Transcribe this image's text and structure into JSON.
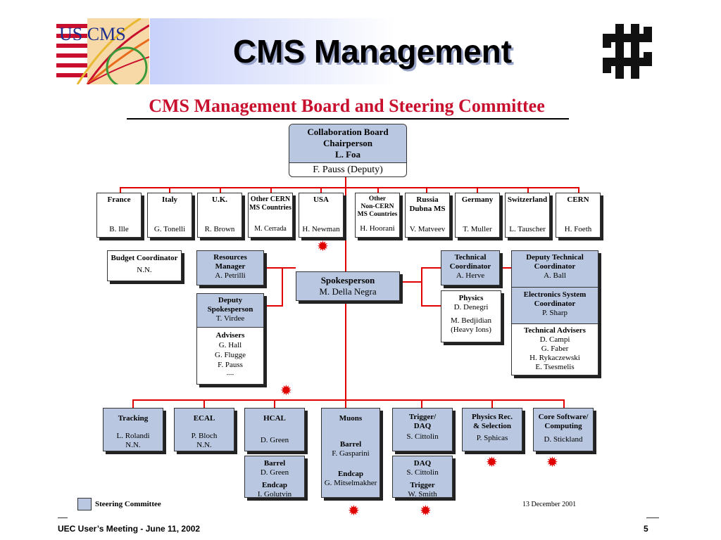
{
  "header": {
    "title": "CMS Management",
    "logo_left_text": "US CMS"
  },
  "diagram": {
    "subtitle": "CMS Management Board and Steering Committee",
    "collab_board": {
      "title": [
        "Collaboration Board",
        "Chairperson",
        "L. Foa"
      ],
      "deputy": "F. Pauss (Deputy)"
    },
    "countries": [
      {
        "name": [
          "France"
        ],
        "person": "B. Ille"
      },
      {
        "name": [
          "Italy"
        ],
        "person": "G. Tonelli"
      },
      {
        "name": [
          "U.K."
        ],
        "person": "R. Brown"
      },
      {
        "name": [
          "Other CERN",
          "MS Countries"
        ],
        "person": "M. Cerrada"
      },
      {
        "name": [
          "USA"
        ],
        "person": "H. Newman"
      },
      {
        "name": [
          "Other",
          "Non-CERN",
          "MS Countries"
        ],
        "person": "H. Hoorani"
      },
      {
        "name": [
          "Russia",
          "Dubna MS"
        ],
        "person": "V. Matveev"
      },
      {
        "name": [
          "Germany"
        ],
        "person": "T. Muller"
      },
      {
        "name": [
          "Switzerland"
        ],
        "person": "L. Tauscher"
      },
      {
        "name": [
          "CERN"
        ],
        "person": "H. Foeth"
      }
    ],
    "budget": {
      "title": "Budget Coordinator",
      "person": "N.N."
    },
    "resources": {
      "title": [
        "Resources",
        "Manager"
      ],
      "person": "A. Petrilli"
    },
    "spokesperson": {
      "title": "Spokesperson",
      "person": "M. Della Negra"
    },
    "deputy_spokes": {
      "title": [
        "Deputy",
        "Spokesperson"
      ],
      "person": "T. Virdee",
      "advisers_title": "Advisers",
      "advisers": [
        "G. Hall",
        "G. Flugge",
        "F. Pauss",
        "----"
      ]
    },
    "tech_coord": {
      "title": [
        "Technical",
        "Coordinator"
      ],
      "person": "A. Herve"
    },
    "physics": {
      "title": "Physics",
      "lines": [
        "D. Denegri",
        "",
        "M. Bedjidian",
        "(Heavy Ions)"
      ]
    },
    "deputy_tech": {
      "title": [
        "Deputy Technical",
        "Coordinator"
      ],
      "person": "A. Ball",
      "elec_title": [
        "Electronics System",
        "Coordinator"
      ],
      "elec_person": "P. Sharp",
      "advisers_title": "Technical Advisers",
      "advisers": [
        "D. Campi",
        "G. Faber",
        "H. Rykaczewski",
        "E. Tsesmelis"
      ]
    },
    "subsystems": [
      {
        "title": [
          "Tracking"
        ],
        "people": [
          "L. Rolandi",
          "N.N."
        ]
      },
      {
        "title": [
          "ECAL"
        ],
        "people": [
          "P. Bloch",
          "N.N."
        ]
      },
      {
        "title": [
          "HCAL"
        ],
        "people": [
          "D. Green"
        ]
      },
      {
        "title": [
          "Muons"
        ],
        "people": []
      },
      {
        "title": [
          "Trigger/",
          "DAQ"
        ],
        "people": [
          "S. Cittolin"
        ]
      },
      {
        "title": [
          "Physics Rec.",
          "& Selection"
        ],
        "people": [
          "P. Sphicas"
        ]
      },
      {
        "title": [
          "Core Software/",
          "Computing"
        ],
        "people": [
          "D. Stickland"
        ]
      }
    ],
    "muons_detail": {
      "barrel_title": "Barrel",
      "barrel_person": "F. Gasparini",
      "endcap_title": "Endcap",
      "endcap_person": "G. Mitselmakher"
    },
    "hcal_detail": {
      "barrel_title": "Barrel",
      "barrel_person": "D. Green",
      "endcap_title": "Endcap",
      "endcap_person": "I. Golutvin"
    },
    "trigger_detail": {
      "daq_title": "DAQ",
      "daq_person": "S. Cittolin",
      "trigger_title": "Trigger",
      "trigger_person": "W. Smith"
    },
    "legend": "Steering Committee",
    "date": "13 December 2001",
    "star_glyph": "✹"
  },
  "footer": {
    "left": "UEC User’s Meeting - June 11, 2002",
    "right": "5"
  },
  "colors": {
    "accent_red": "#c8102e",
    "line_red": "#e00000",
    "box_blue": "#b9c8e0"
  }
}
